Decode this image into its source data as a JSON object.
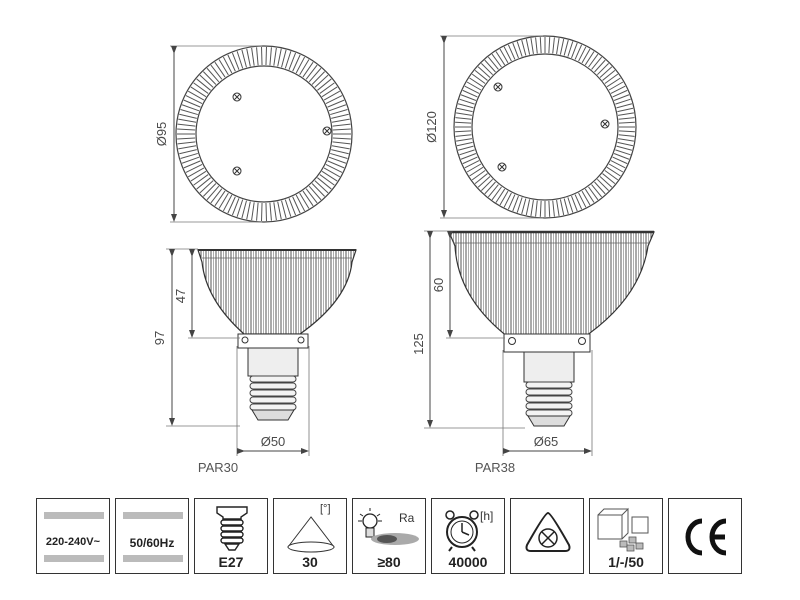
{
  "par30": {
    "diameter_top": "Ø95",
    "height_head": "47",
    "height_total": "97",
    "base_diameter": "Ø50",
    "model": "PAR30"
  },
  "par38": {
    "diameter_top": "Ø120",
    "height_head": "60",
    "height_total": "125",
    "base_diameter": "Ø65",
    "model": "PAR38"
  },
  "icons": {
    "voltage": "220-240V~",
    "frequency": "50/60Hz",
    "socket": "E27",
    "beam_angle_unit": "[°]",
    "beam_angle": "30",
    "cri_unit": "Ra",
    "cri": "≥80",
    "lifetime_unit": "[h]",
    "lifetime": "40000",
    "switching": "1/-/50",
    "ce_mark": "CE"
  },
  "icon_names": [
    "voltage-icon",
    "frequency-icon",
    "socket-e27-icon",
    "beam-angle-icon",
    "color-rendering-icon",
    "lifetime-clock-icon",
    "not-dimmable-icon",
    "packaging-icon",
    "ce-mark-icon"
  ]
}
